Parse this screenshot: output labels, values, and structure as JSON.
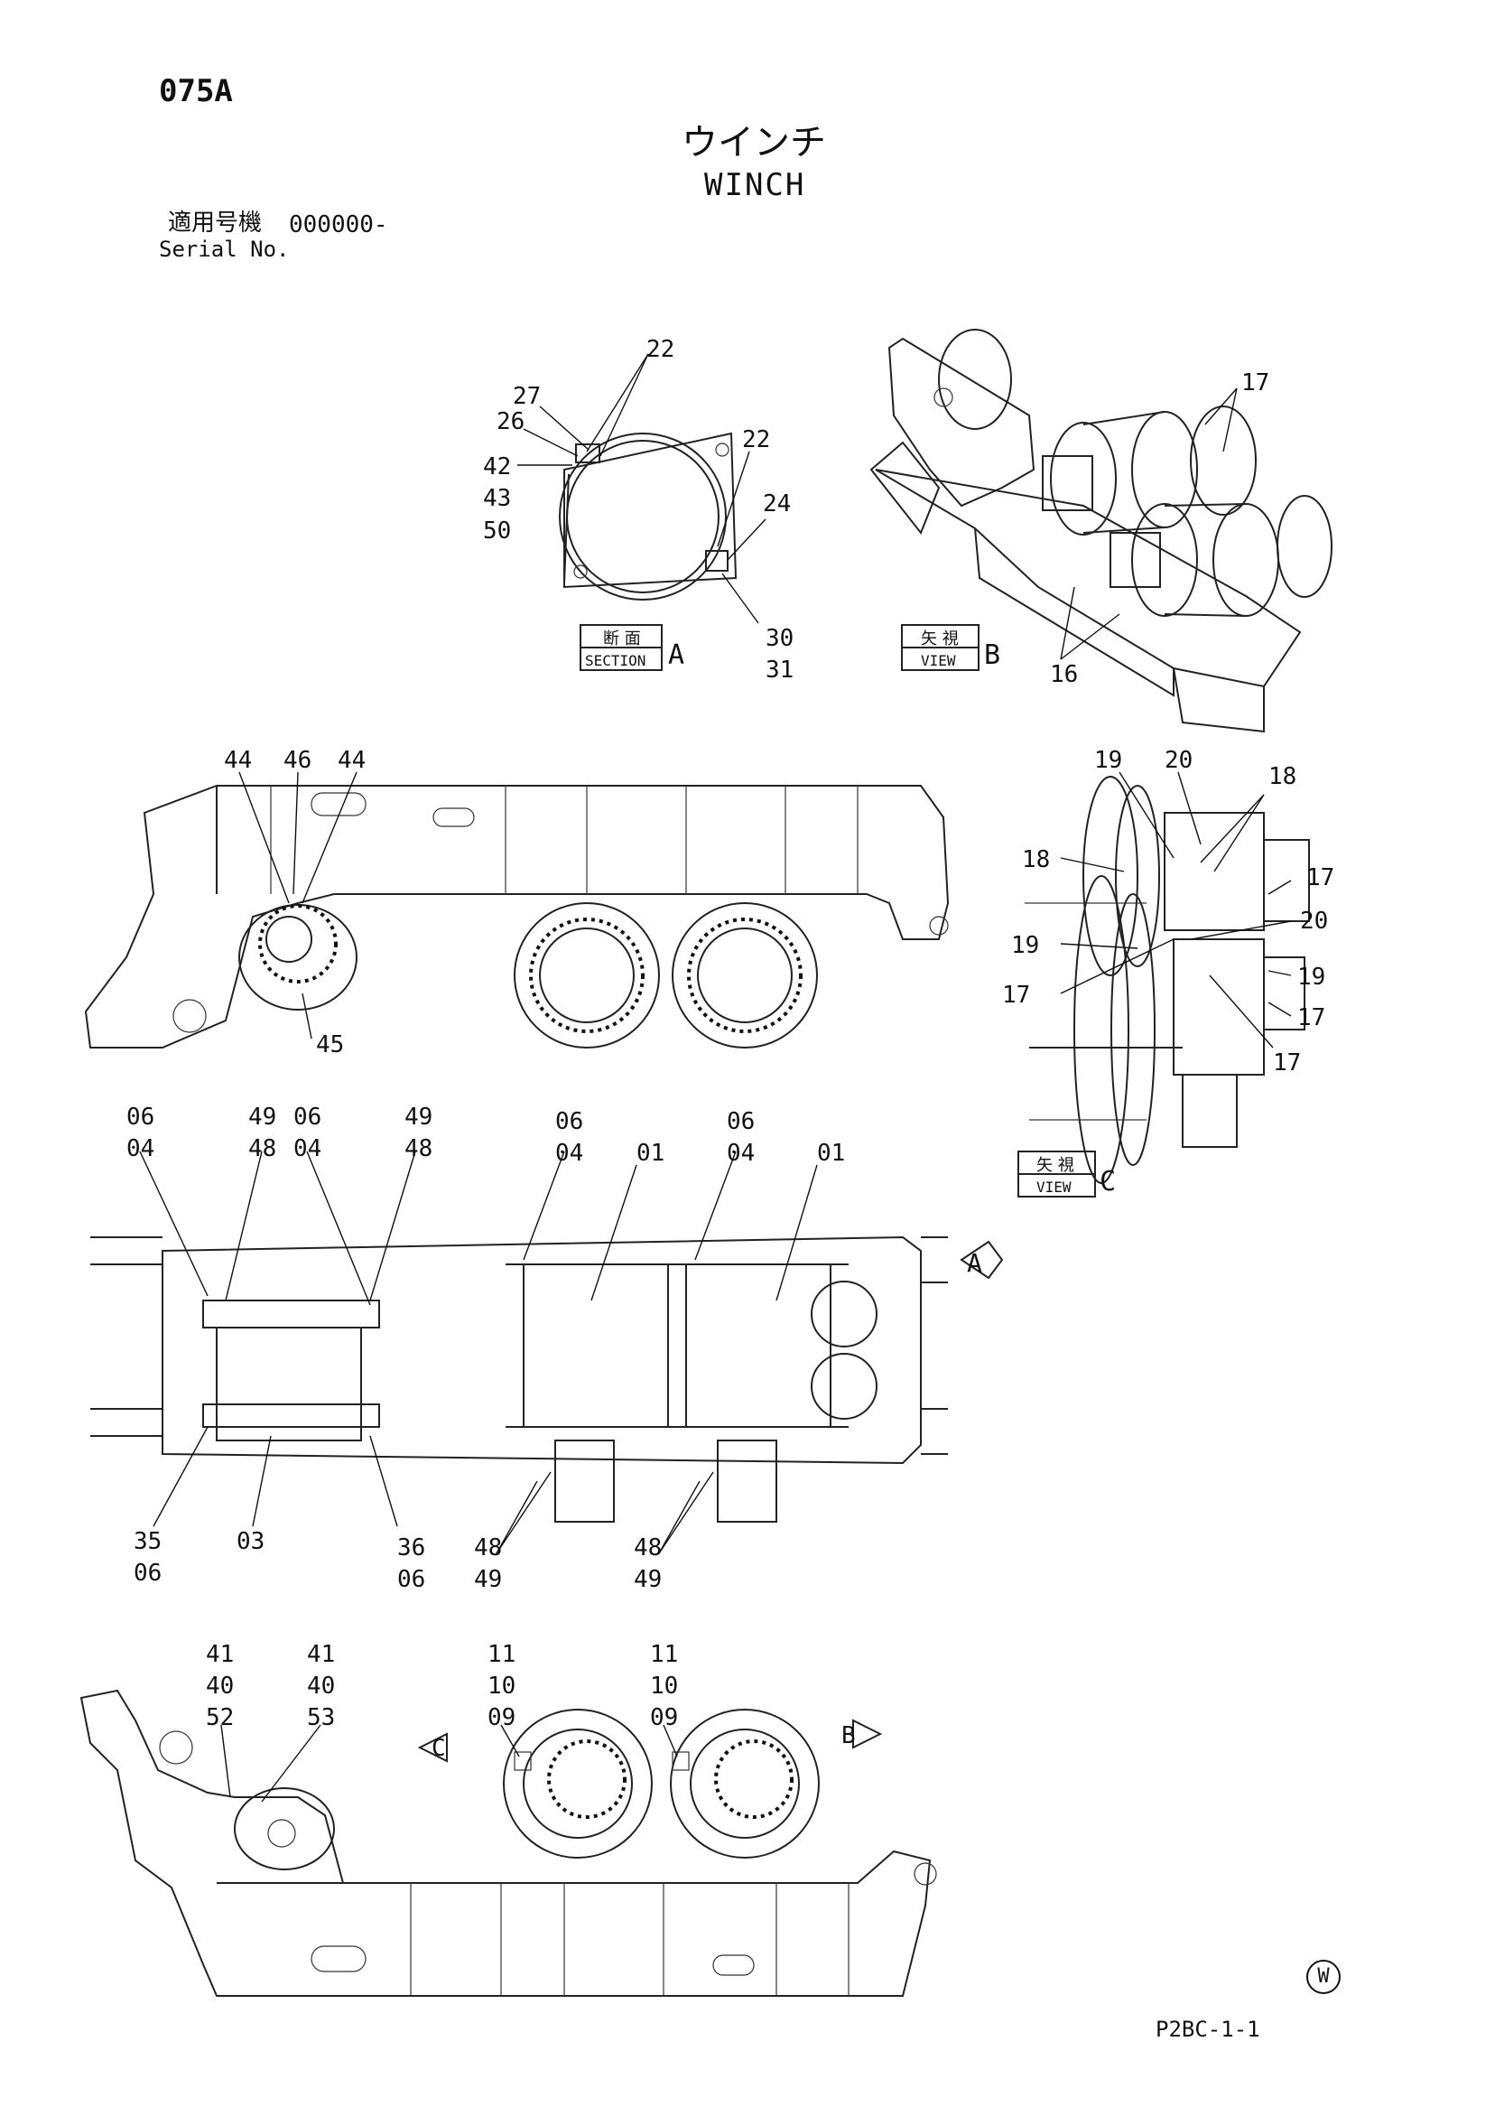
{
  "header": {
    "page_no": "075A",
    "title_jp": "ウインチ",
    "title_en": "WINCH",
    "serial_label_jp": "適用号機",
    "serial_range": "000000-",
    "serial_label_en": "Serial No."
  },
  "views": {
    "section_a": {
      "jp": "断 面",
      "en": "SECTION",
      "letter": "A"
    },
    "view_b": {
      "jp": "矢 視",
      "en": "VIEW",
      "letter": "B"
    },
    "view_c": {
      "jp": "矢 視",
      "en": "VIEW",
      "letter": "C"
    },
    "arrow_a": "A",
    "arrow_b": "B",
    "arrow_c": "C"
  },
  "callouts": {
    "sec_a": [
      "22",
      "27",
      "26",
      "42",
      "43",
      "50",
      "22",
      "24",
      "30",
      "31"
    ],
    "view_b": [
      "17",
      "16"
    ],
    "side_top": [
      "44",
      "46",
      "44",
      "45"
    ],
    "view_c": [
      "19",
      "20",
      "18",
      "18",
      "17",
      "20",
      "19",
      "19",
      "17",
      "17",
      "17"
    ],
    "plan_top": [
      "06",
      "04",
      "49",
      "48",
      "06",
      "04",
      "49",
      "48",
      "06",
      "04",
      "01",
      "06",
      "04",
      "01"
    ],
    "plan_bottom": [
      "35",
      "06",
      "03",
      "36",
      "06",
      "48",
      "49",
      "48",
      "49"
    ],
    "side_bottom": [
      "41",
      "40",
      "52",
      "41",
      "40",
      "53",
      "11",
      "10",
      "09",
      "11",
      "10",
      "09"
    ]
  },
  "footer": {
    "code": "P2BC-1-1",
    "mark": "W"
  }
}
